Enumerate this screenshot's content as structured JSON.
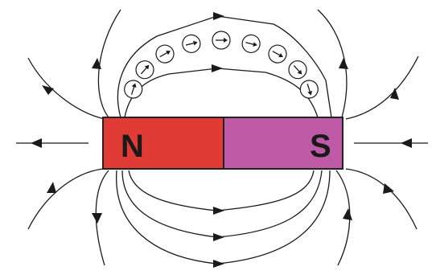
{
  "magnet": {
    "north_label": "N",
    "south_label": "S",
    "north_color": "#e03b35",
    "south_color": "#bf5aa6",
    "outline_color": "#222222"
  },
  "field": {
    "line_color": "#1a1a1a",
    "compass_count": 9
  }
}
